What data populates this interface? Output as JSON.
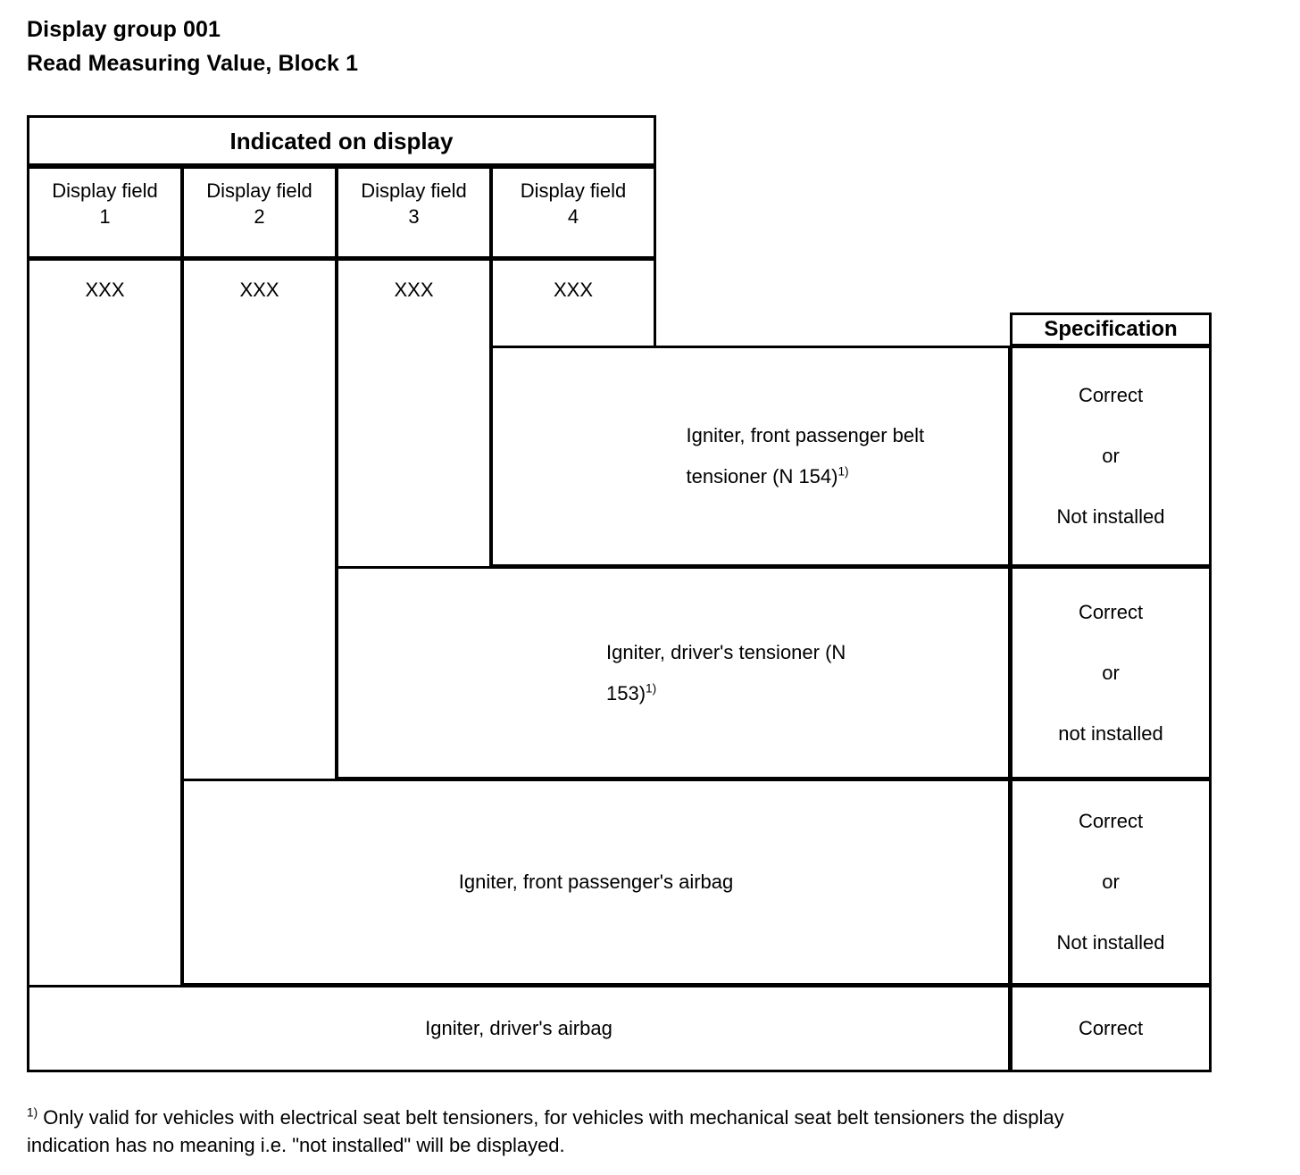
{
  "title": {
    "line1": "Display group 001",
    "line2": "Read Measuring Value, Block 1"
  },
  "table": {
    "group_header": "Indicated on display",
    "spec_header": "Specification",
    "display_field_headers": [
      "Display field\n1",
      "Display field\n2",
      "Display field\n3",
      "Display field\n4"
    ],
    "display_field_labels": [
      "Display field",
      "Display field",
      "Display field",
      "Display field"
    ],
    "display_field_numbers": [
      "1",
      "2",
      "3",
      "4"
    ],
    "display_field_values": [
      "XXX",
      "XXX",
      "XXX",
      "XXX"
    ],
    "rows": [
      {
        "field": "4",
        "description_line1": "Igniter, front passenger belt",
        "description_line2": "tensioner (N 154)",
        "description_footnote_marker": "1)",
        "spec_line1": "Correct",
        "spec_line2": "or",
        "spec_line3": "Not installed"
      },
      {
        "field": "3",
        "description_line1": "Igniter, driver's tensioner (N",
        "description_line2": "153)",
        "description_footnote_marker": "1)",
        "spec_line1": "Correct",
        "spec_line2": "or",
        "spec_line3": "not installed"
      },
      {
        "field": "2",
        "description_line1": "Igniter, front passenger's airbag",
        "description_line2": "",
        "description_footnote_marker": "",
        "spec_line1": "Correct",
        "spec_line2": "or",
        "spec_line3": "Not installed"
      },
      {
        "field": "1",
        "description_line1": "Igniter, driver's airbag",
        "description_line2": "",
        "description_footnote_marker": "",
        "spec_line1": "Correct",
        "spec_line2": "",
        "spec_line3": ""
      }
    ]
  },
  "footnote": {
    "marker": "1)",
    "text": "Only valid for vehicles with electrical seat belt tensioners, for vehicles with mechanical seat belt tensioners the display indication has no meaning i.e. \"not installed\" will be displayed."
  },
  "colors": {
    "line": "#000000",
    "text": "#000000",
    "background": "#ffffff"
  }
}
